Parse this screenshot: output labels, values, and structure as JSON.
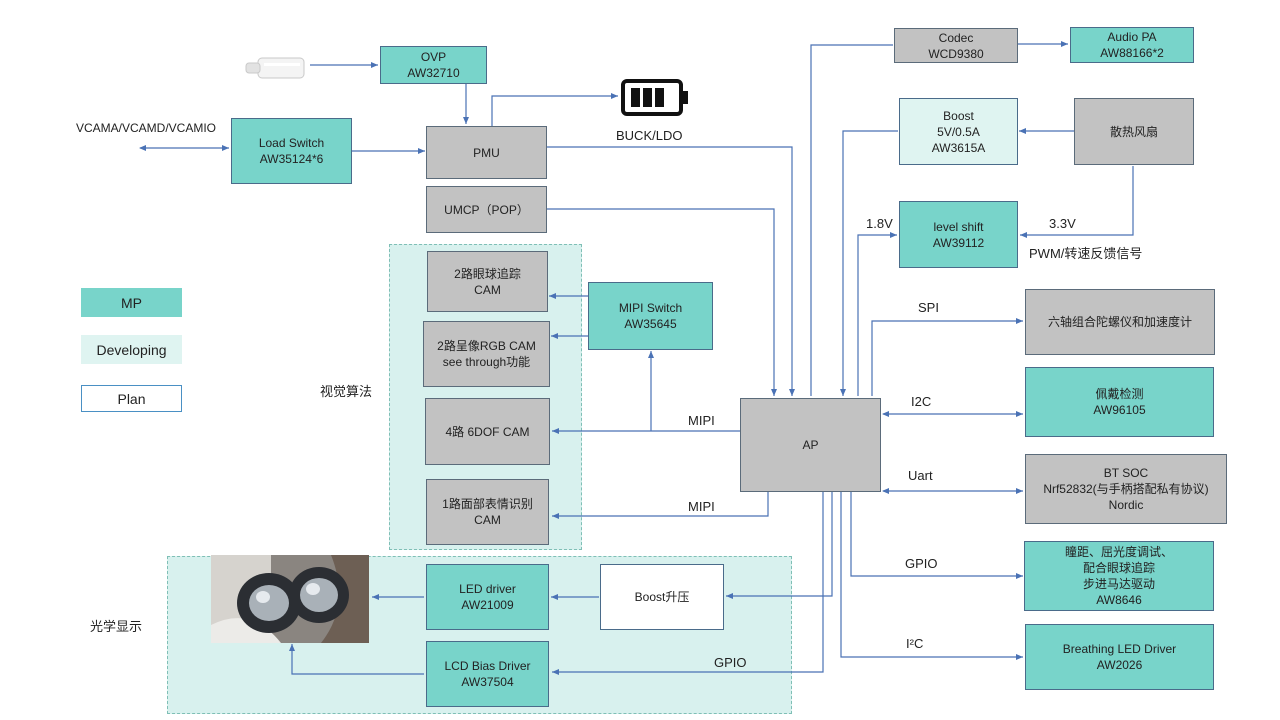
{
  "boxes": {
    "ovp": [
      "OVP",
      "AW32710"
    ],
    "load_switch": [
      "Load Switch",
      "AW35124*6"
    ],
    "pmu": [
      "PMU"
    ],
    "umcp": [
      "UMCP（POP）"
    ],
    "eye_cam": [
      "2路眼球追踪",
      "CAM"
    ],
    "rgb_cam": [
      "2路呈像RGB CAM",
      "see through功能"
    ],
    "dof_cam": [
      "4路 6DOF CAM"
    ],
    "face_cam": [
      "1路面部表情识别",
      "CAM"
    ],
    "mipi_switch": [
      "MIPI Switch",
      "AW35645"
    ],
    "ap": [
      "AP"
    ],
    "codec": [
      "Codec",
      "WCD9380"
    ],
    "audio_pa": [
      "Audio  PA",
      "AW88166*2"
    ],
    "boost_fan": [
      "Boost",
      "5V/0.5A",
      "AW3615A"
    ],
    "fan": [
      "散热风扇"
    ],
    "level_shift": [
      "level shift",
      "AW39112"
    ],
    "imu": [
      "六轴组合陀螺仪和加速度计"
    ],
    "wear_detect": [
      "佩戴检测",
      "AW96105"
    ],
    "bt_soc": [
      "BT SOC",
      "Nrf52832(与手柄搭配私有协议)",
      "Nordic"
    ],
    "motor": [
      "瞳距、屈光度调试、",
      "配合眼球追踪",
      "步进马达驱动",
      "AW8646"
    ],
    "breathing": [
      "Breathing  LED Driver",
      "AW2026"
    ],
    "led_driver": [
      "LED driver",
      "AW21009"
    ],
    "boost_up": [
      "Boost升压"
    ],
    "lcd_bias": [
      "LCD Bias Driver",
      "AW37504"
    ]
  },
  "labels": {
    "vcam": "VCAMA/VCAMD/VCAMIO",
    "buck_ldo": "BUCK/LDO",
    "v18": "1.8V",
    "v33": "3.3V",
    "pwm": "PWM/转速反馈信号",
    "spi": "SPI",
    "i2c_top": "I2C",
    "uart": "Uart",
    "gpio_right": "GPIO",
    "i2c_bottom": "I²C",
    "mipi_top": "MIPI",
    "mipi_bottom": "MIPI",
    "gpio_left": "GPIO",
    "vision": "视觉算法",
    "optics": "光学显示"
  },
  "legend": {
    "mp": "MP",
    "developing": "Developing",
    "plan": "Plan"
  },
  "colors": {
    "mp": "#78d4ca",
    "developing": "#dff4f1",
    "plan": "#ffffff",
    "gray": "#c2c2c2",
    "wire": "#4a72b5",
    "region": "#d8f1ee"
  },
  "icons": [
    "usb-c-plug-icon",
    "battery-icon",
    "vr-headset-lens-photo"
  ]
}
